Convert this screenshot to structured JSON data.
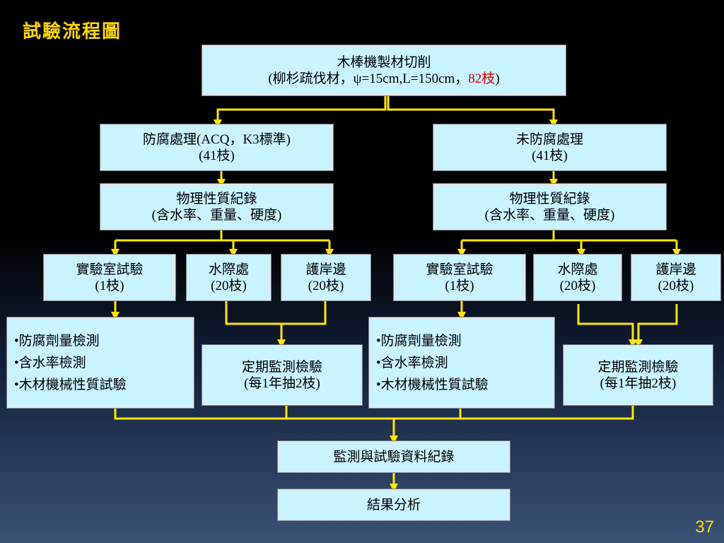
{
  "slide_title": "試驗流程圖",
  "page_number": "37",
  "colors": {
    "connector": "#ffe600",
    "box_fill": "#c8f3ff",
    "title": "#ffd700",
    "highlight": "#d40000"
  },
  "top": {
    "line1": "木棒機製材切削",
    "line2_prefix": "(柳杉疏伐材，ψ=15cm,L=150cm，",
    "line2_highlight": "82枝",
    "line2_suffix": ")"
  },
  "branches": {
    "treated": {
      "label": "防腐處理(ACQ，K3標準)",
      "count": "(41枝)",
      "record_title": "物理性質紀錄",
      "record_detail": "(含水率、重量、硬度)",
      "lab": {
        "label": "實驗室試驗",
        "count": "(1枝)"
      },
      "water": {
        "label": "水際處",
        "count": "(20枝)"
      },
      "bank": {
        "label": "護岸邊",
        "count": "(20枝)"
      },
      "tests": [
        "•防腐劑量檢測",
        "•含水率檢測",
        "•木材機械性質試驗"
      ],
      "monitor": {
        "label": "定期監測檢驗",
        "detail": "(每1年抽2枝)"
      }
    },
    "untreated": {
      "label": "未防腐處理",
      "count": "(41枝)",
      "record_title": "物理性質紀錄",
      "record_detail": "(含水率、重量、硬度)",
      "lab": {
        "label": "實驗室試驗",
        "count": "(1枝)"
      },
      "water": {
        "label": "水際處",
        "count": "(20枝)"
      },
      "bank": {
        "label": "護岸邊",
        "count": "(20枝)"
      },
      "tests": [
        "•防腐劑量檢測",
        "•含水率檢測",
        "•木材機械性質試驗"
      ],
      "monitor": {
        "label": "定期監測檢驗",
        "detail": "(每1年抽2枝)"
      }
    }
  },
  "data_record": "監測與試驗資料紀錄",
  "result_analysis": "結果分析"
}
